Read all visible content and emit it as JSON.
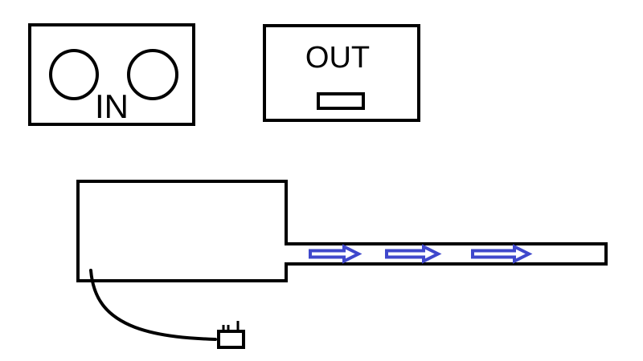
{
  "diagram": {
    "description": "Line diagram of a device with IN and OUT panels, an outflow pipe and a power plug"
  },
  "colors": {
    "line": "#000000",
    "flow_arrow": "#3f48cc",
    "background": "#ffffff"
  },
  "in_panel": {
    "label": "IN",
    "socket_count": 2
  },
  "out_panel": {
    "label": "OUT",
    "slot_count": 1
  },
  "flow": {
    "direction": "right",
    "arrow_count": 3
  }
}
